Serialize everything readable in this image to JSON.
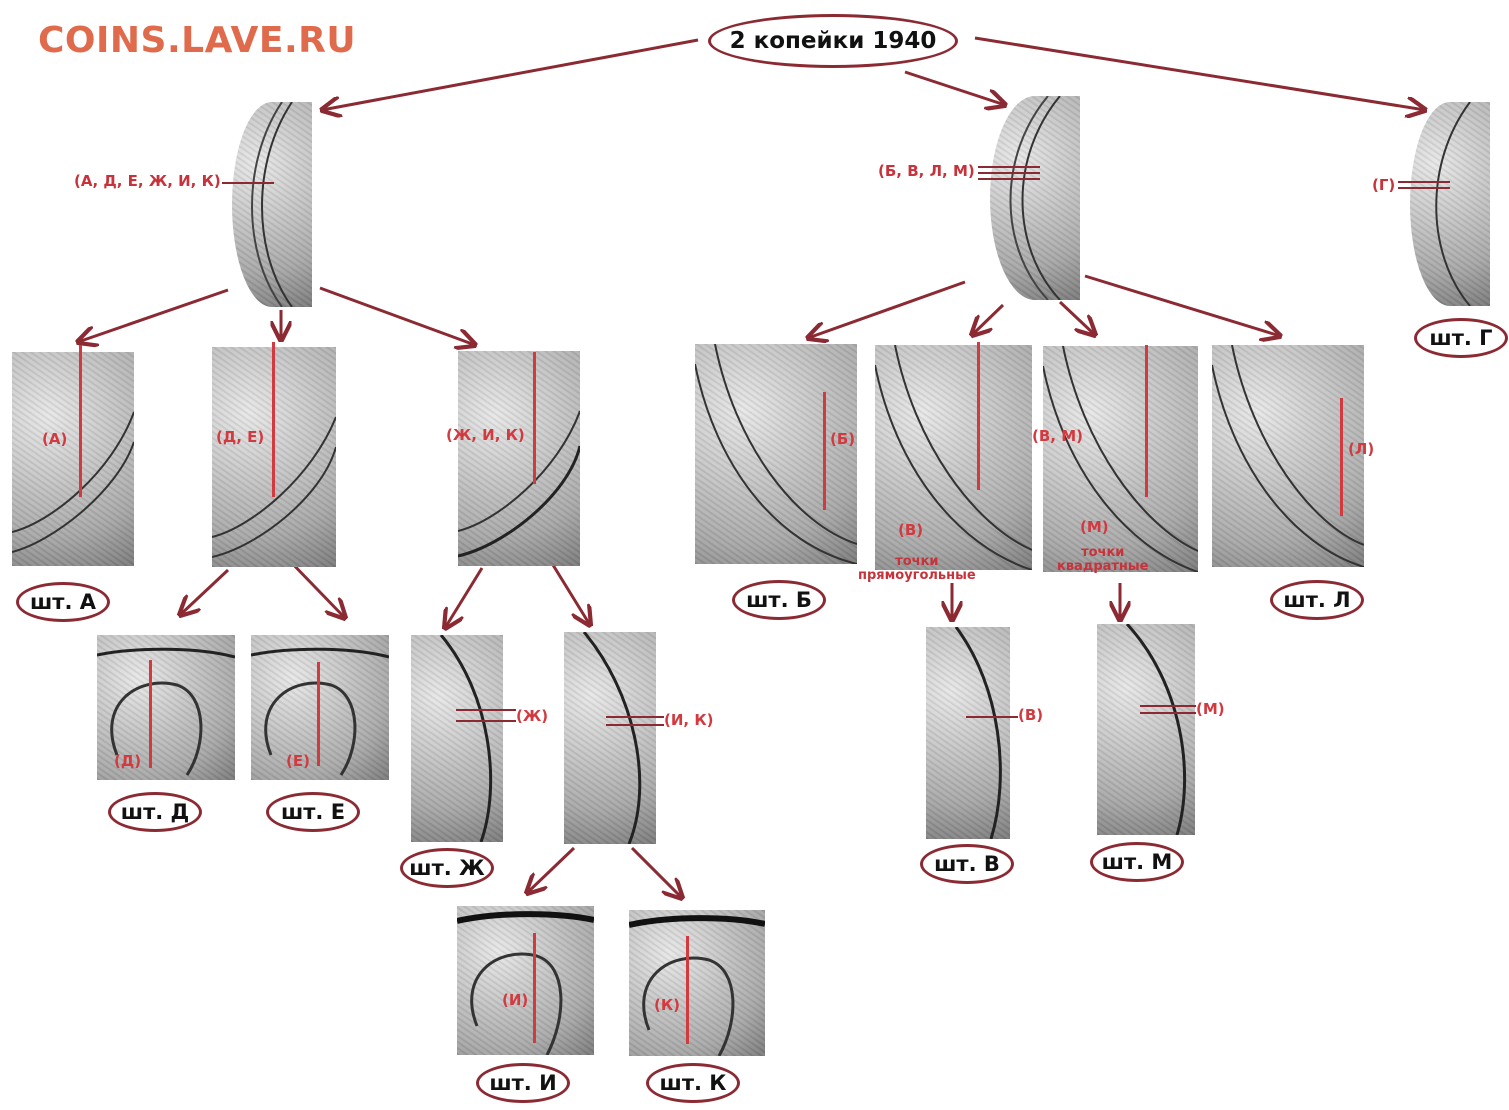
{
  "site": "COINS.LAVE.RU",
  "title": "2 копейки 1940",
  "colors": {
    "arrow": "#8b2a33",
    "marker": "#d23a3f",
    "site": "#e06b4c"
  },
  "groups": {
    "left_group_label": "(А, Д, Е, Ж, И, К)",
    "middle_group_label": "(Б, В, Л, М)",
    "right_group_label": "(Г)"
  },
  "sub_labels": {
    "a": "(А)",
    "de": "(Д, Е)",
    "zhik": "(Ж, И, К)",
    "b": "(Б)",
    "vm": "(В, М)",
    "l": "(Л)",
    "d": "(Д)",
    "e": "(Е)",
    "zh": "(Ж)",
    "ik": "(И, К)",
    "v": "(В)",
    "m": "(М)",
    "v_detail": "(В)",
    "m_detail": "(М)",
    "i": "(И)",
    "k": "(К)"
  },
  "notes": {
    "v_line1": "точки",
    "v_line2": "прямоугольные",
    "m_line1": "точки",
    "m_line2": "квадратные"
  },
  "stamps": {
    "a": "шт. А",
    "b": "шт. Б",
    "v": "шт. В",
    "g": "шт. Г",
    "d": "шт. Д",
    "e": "шт. Е",
    "zh": "шт. Ж",
    "i": "шт. И",
    "k": "шт. К",
    "l": "шт. Л",
    "m": "шт. М"
  }
}
